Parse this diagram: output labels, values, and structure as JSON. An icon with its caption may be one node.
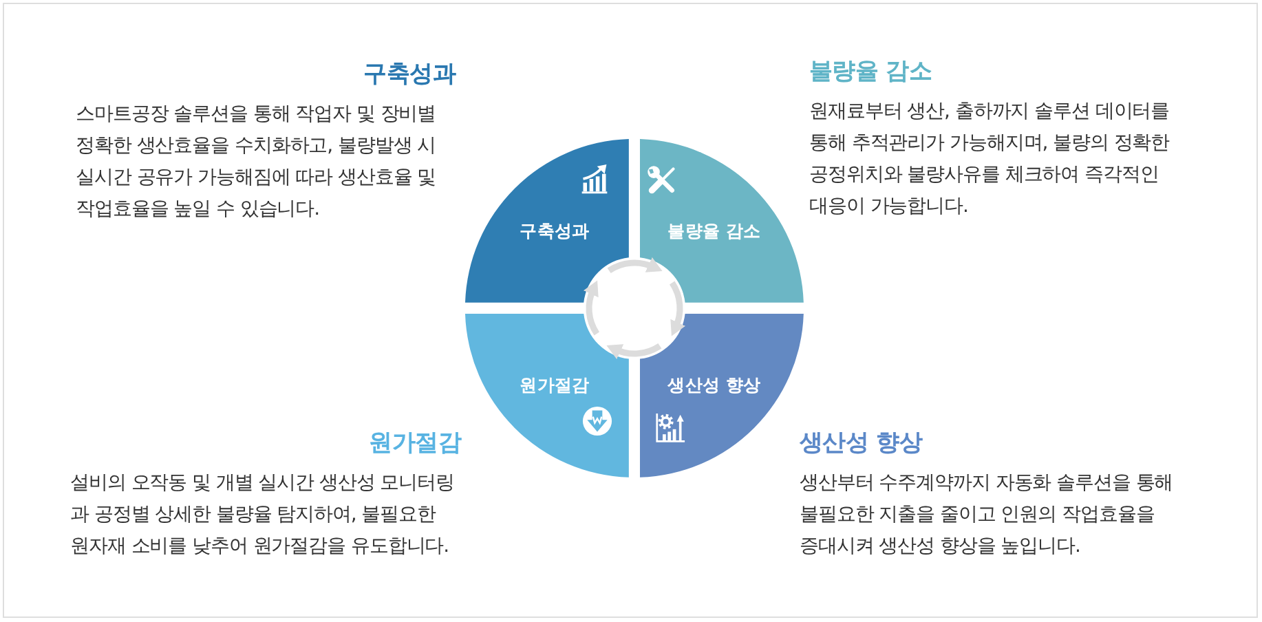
{
  "diagram": {
    "nodes": [
      {
        "text": [
          "구축성과"
        ],
        "beside": [
          "구축성과",
          "스마트공장 솔루션을 통해 작업자 및 장비별 정확한 생산효율을 수치화하고, 불량발생 시 실시간 공유가 가능해짐에 따라 생산효율 및 작업효율을 높일 수 있습니다."
        ]
      },
      {
        "text": [
          "불량율 감소"
        ],
        "beside": [
          "불량율 감소",
          "원재료부터 생산, 출하까지 솔루션 데이터를 통해 추적관리가 가능해지며, 불량의 정확한 공정위치와 불량사유를 체크하여 즉각적인 대응이 가능합니다."
        ]
      },
      {
        "text": [
          "원가절감"
        ],
        "beside": [
          "원가절감",
          "설비의 오작동 및 개별 실시간 생산성 모니터링 과 공정별 상세한 불량율 탐지하여, 불필요한 원자재 소비를 낮추어 원가절감을 유도합니다."
        ]
      },
      {
        "text": [
          "생산성 향상"
        ],
        "beside": [
          "생산성 향상",
          "생산부터 수주계약까지 자동화 솔루션을 통해 불필요한 지출을 줄이고 인원의 작업효율을 증대시켜 생산성 향상을 높입니다."
        ]
      }
    ],
    "edges": [
      {
        "from": 0,
        "to": 1,
        "arrow": "to"
      },
      {
        "from": 1,
        "to": 3,
        "arrow": "to"
      },
      {
        "from": 3,
        "to": 2,
        "arrow": "to"
      },
      {
        "from": 2,
        "to": 0,
        "arrow": "to"
      }
    ]
  }
}
